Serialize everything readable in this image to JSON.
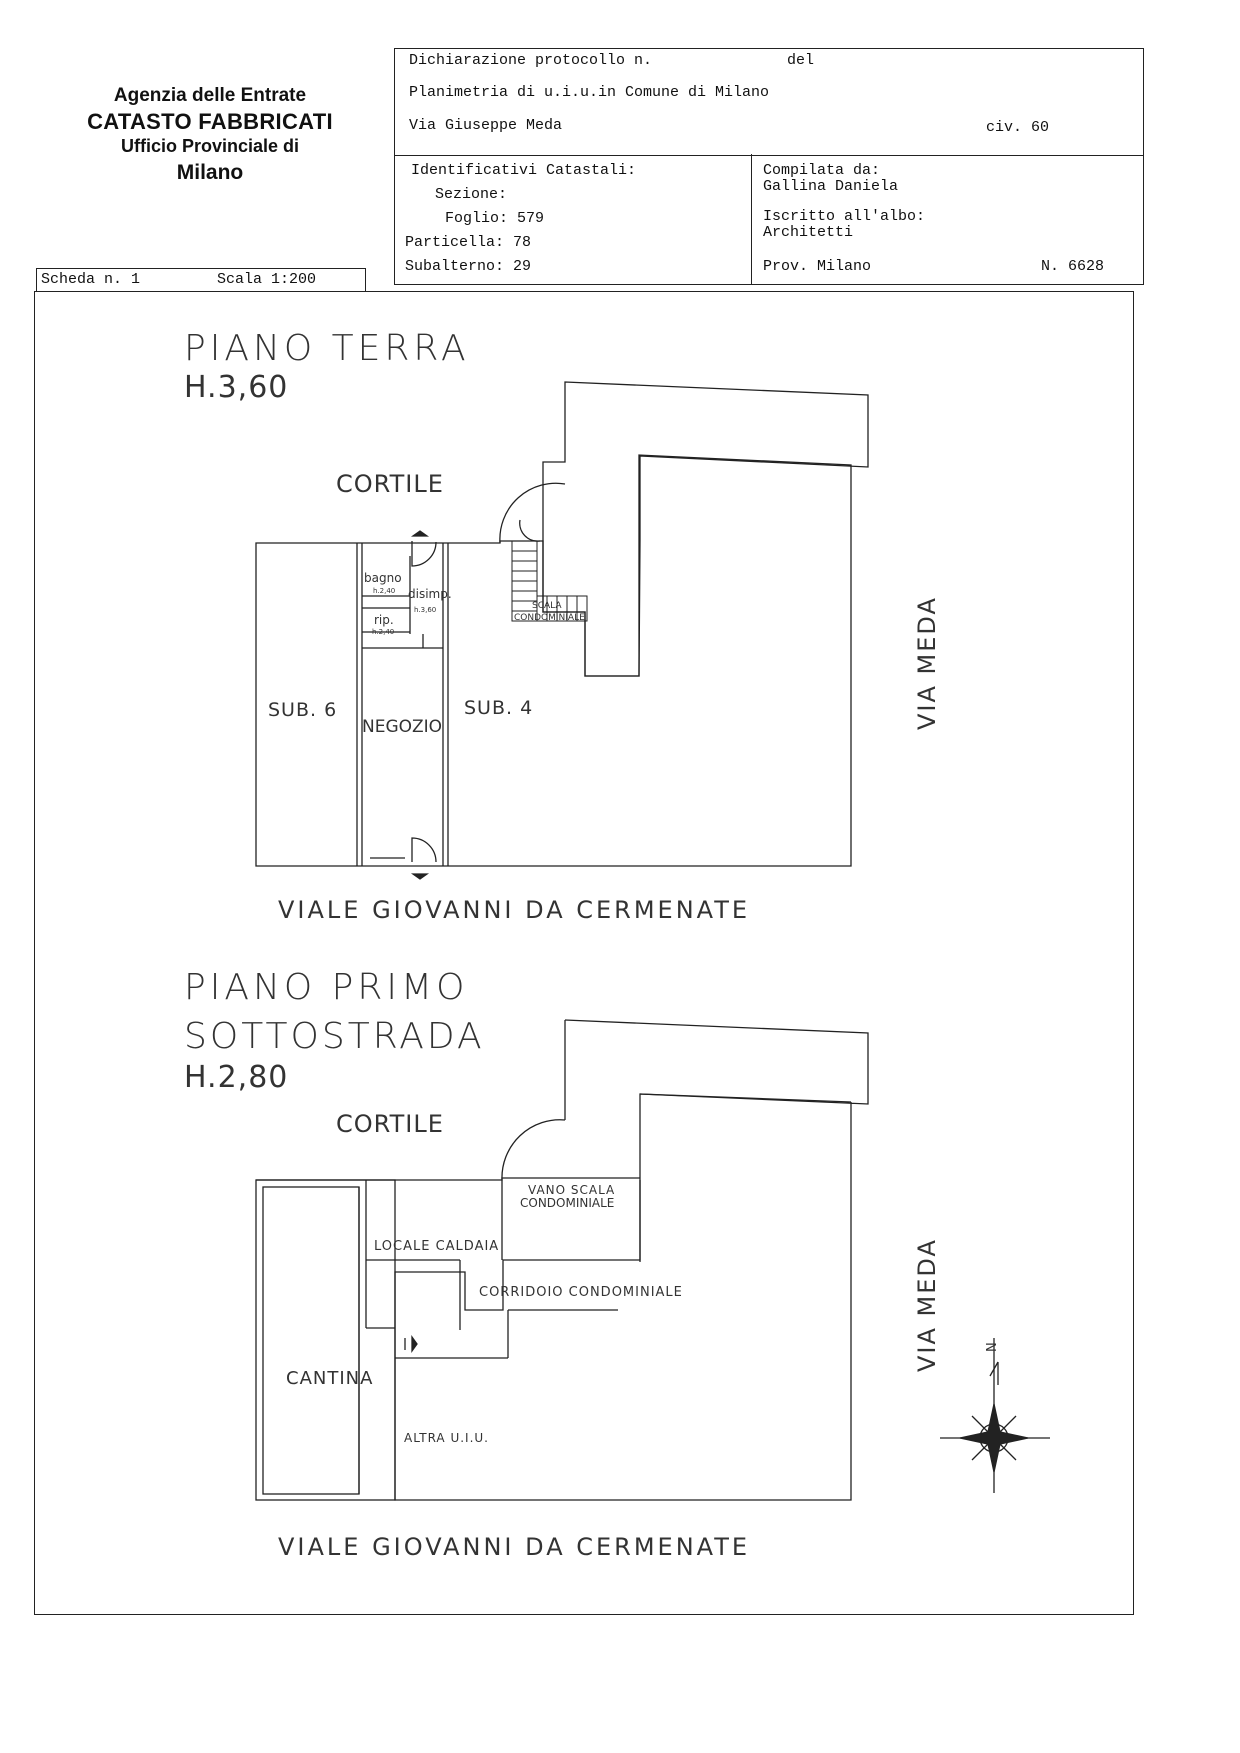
{
  "agency": {
    "line1": "Agenzia delle Entrate",
    "line2": "CATASTO FABBRICATI",
    "line3": "Ufficio Provinciale di",
    "line4": "Milano"
  },
  "header": {
    "declaration_label": "Dichiarazione protocollo n.",
    "del_label": "del",
    "planimetry": "Planimetria di u.i.u.in Comune di Milano",
    "street": "Via Giuseppe Meda",
    "civ": "civ. 60",
    "identifiers_title": "Identificativi Catastali:",
    "sezione": "Sezione:",
    "foglio": "Foglio: 579",
    "particella": "Particella: 78",
    "subalterno": "Subalterno: 29",
    "compiled_label": "Compilata da:",
    "compiled_name": "Gallina Daniela",
    "albo_label": "Iscritto all'albo:",
    "albo_value": "Architetti",
    "prov": "Prov. Milano",
    "number": "N. 6628"
  },
  "scheda": {
    "number": "Scheda n. 1",
    "scale": "Scala 1:200"
  },
  "ground_floor": {
    "title": "PIANO TERRA",
    "height": "H.3,60",
    "courtyard": "CORTILE",
    "bagno": "bagno",
    "bagno_h": "h.2,40",
    "disimp": "disimp.",
    "disimp_h": "h.3,60",
    "rip": "rip.",
    "rip_h": "h.2,40",
    "scala_1": "SCALA",
    "scala_2": "CONDOMINIALE",
    "sub6": "SUB. 6",
    "sub4": "SUB. 4",
    "negozio": "NEGOZIO",
    "street_side": "VIA MEDA",
    "street_bottom": "VIALE GIOVANNI DA CERMENATE"
  },
  "basement": {
    "title_1": "PIANO PRIMO",
    "title_2": "SOTTOSTRADA",
    "height": "H.2,80",
    "courtyard": "CORTILE",
    "vano_1": "VANO SCALA",
    "vano_2": "CONDOMINIALE",
    "caldaia": "LOCALE CALDAIA",
    "corridoio": "CORRIDOIO CONDOMINIALE",
    "cantina": "CANTINA",
    "altra": "ALTRA U.I.U.",
    "street_side": "VIA MEDA",
    "street_bottom": "VIALE GIOVANNI DA CERMENATE"
  },
  "compass": {
    "north": "N"
  }
}
